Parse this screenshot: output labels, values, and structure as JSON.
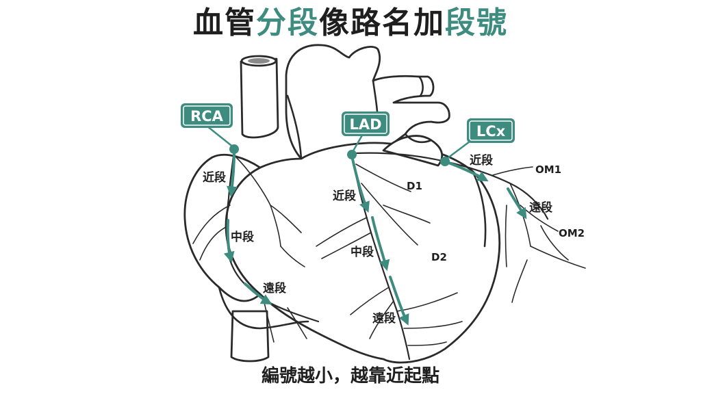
{
  "colors": {
    "accent": "#3d8c7f",
    "ink": "#2a2a2a"
  },
  "title": {
    "part1": "血管",
    "part2": "分段",
    "part3": "像路名加",
    "part4": "段號"
  },
  "vessels": {
    "rca": {
      "name": "RCA",
      "seg_proximal": "近段",
      "seg_mid": "中段",
      "seg_distal": "遠段"
    },
    "lad": {
      "name": "LAD",
      "seg_proximal": "近段",
      "seg_mid": "中段",
      "seg_distal": "遠段",
      "branch1": "D1",
      "branch2": "D2"
    },
    "lcx": {
      "name": "LCx",
      "seg_proximal": "近段",
      "seg_distal": "遠段",
      "branch1": "OM1",
      "branch2": "OM2"
    }
  },
  "footer": "編號越小，越靠近起點"
}
